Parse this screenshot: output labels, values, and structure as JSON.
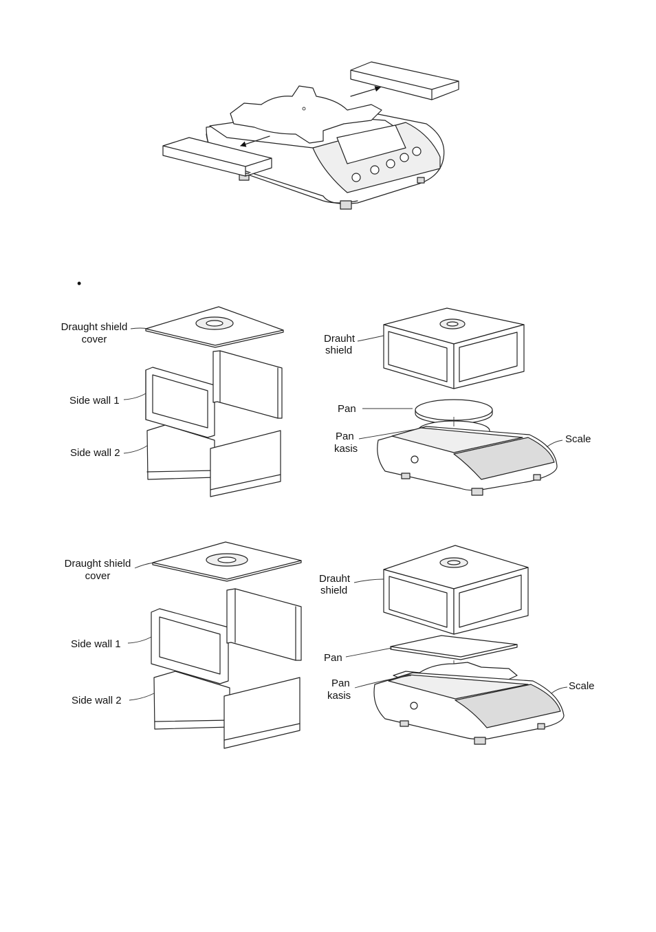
{
  "figure1": {},
  "bullet": "•",
  "figure2": {
    "labels": {
      "cover_line1": "Draught shield",
      "cover_line2": "cover",
      "side_wall_1": "Side wall 1",
      "side_wall_2": "Side wall 2",
      "shield_line1": "Drauht",
      "shield_line2": "shield",
      "pan": "Pan",
      "pan_kasis_line1": "Pan",
      "pan_kasis_line2": "kasis",
      "scale": "Scale"
    }
  },
  "figure3": {
    "labels": {
      "cover_line1": "Draught shield",
      "cover_line2": "cover",
      "side_wall_1": "Side wall 1",
      "side_wall_2": "Side wall 2",
      "shield_line1": "Drauht",
      "shield_line2": "shield",
      "pan": "Pan",
      "pan_kasis_line1": "Pan",
      "pan_kasis_line2": "kasis",
      "scale": "Scale"
    }
  }
}
